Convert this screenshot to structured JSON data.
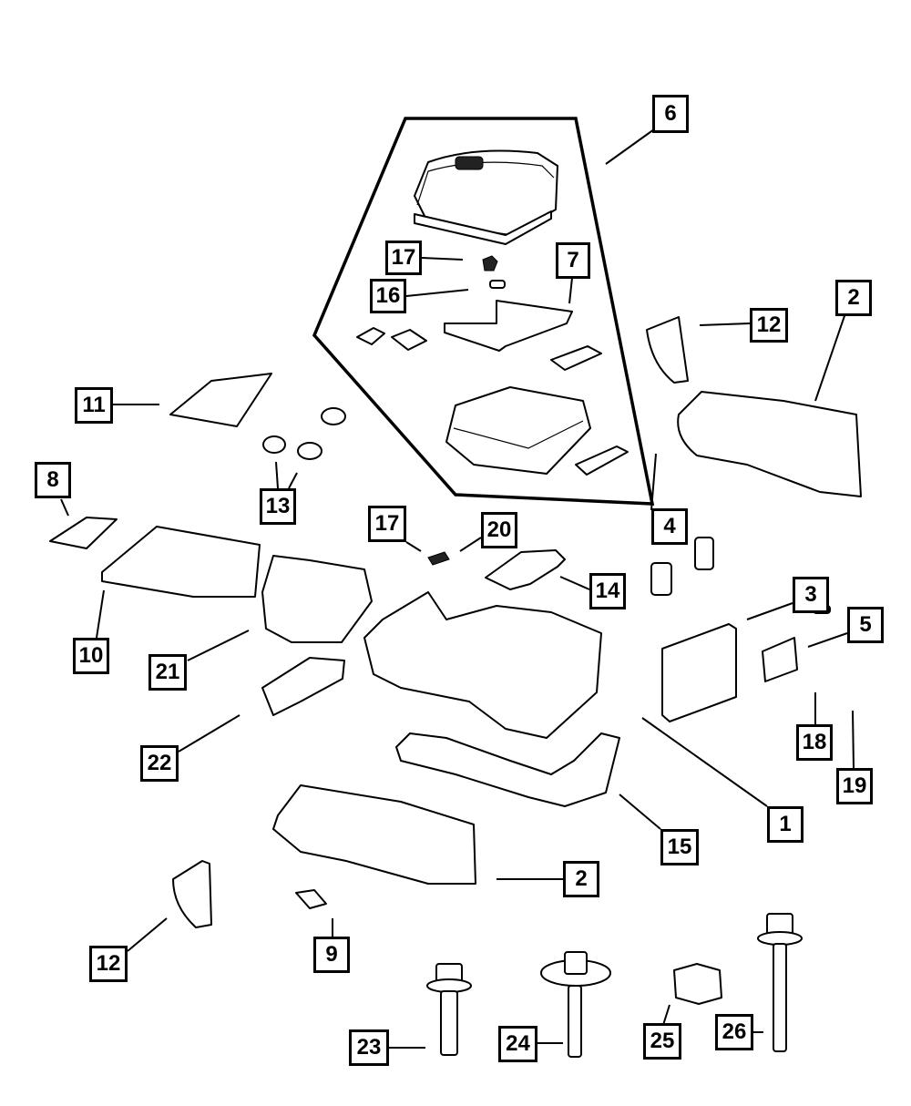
{
  "title": "Center Console Exploded Parts Diagram",
  "callouts": [
    {
      "id": "c6",
      "label": "6",
      "part": "armrest-lid-assembly"
    },
    {
      "id": "c17a",
      "label": "17",
      "part": "clip"
    },
    {
      "id": "c16",
      "label": "16",
      "part": "pin"
    },
    {
      "id": "c7",
      "label": "7",
      "part": "mat"
    },
    {
      "id": "c12a",
      "label": "12",
      "part": "end-cap-upper"
    },
    {
      "id": "c2a",
      "label": "2",
      "part": "side-panel-right"
    },
    {
      "id": "c11",
      "label": "11",
      "part": "bezel"
    },
    {
      "id": "c13",
      "label": "13",
      "part": "knobs"
    },
    {
      "id": "c8",
      "label": "8",
      "part": "tray"
    },
    {
      "id": "c10",
      "label": "10",
      "part": "top-panel"
    },
    {
      "id": "c17b",
      "label": "17",
      "part": "clip"
    },
    {
      "id": "c20",
      "label": "20",
      "part": "fastener"
    },
    {
      "id": "c4",
      "label": "4",
      "part": "hinge-brackets"
    },
    {
      "id": "c14",
      "label": "14",
      "part": "mat-liner"
    },
    {
      "id": "c3",
      "label": "3",
      "part": "rear-panel"
    },
    {
      "id": "c5",
      "label": "5",
      "part": "outlet-bracket"
    },
    {
      "id": "c21",
      "label": "21",
      "part": "shifter-cupholder"
    },
    {
      "id": "c22",
      "label": "22",
      "part": "bracket"
    },
    {
      "id": "c18",
      "label": "18",
      "part": "bulb"
    },
    {
      "id": "c19",
      "label": "19",
      "part": "socket"
    },
    {
      "id": "c1",
      "label": "1",
      "part": "console-base"
    },
    {
      "id": "c15",
      "label": "15",
      "part": "support-bracket"
    },
    {
      "id": "c2b",
      "label": "2",
      "part": "side-panel-left"
    },
    {
      "id": "c12b",
      "label": "12",
      "part": "end-cap-lower"
    },
    {
      "id": "c9",
      "label": "9",
      "part": "label-plate"
    },
    {
      "id": "c23",
      "label": "23",
      "part": "bolt"
    },
    {
      "id": "c24",
      "label": "24",
      "part": "bolt-washer"
    },
    {
      "id": "c25",
      "label": "25",
      "part": "nut"
    },
    {
      "id": "c26",
      "label": "26",
      "part": "long-bolt"
    }
  ]
}
